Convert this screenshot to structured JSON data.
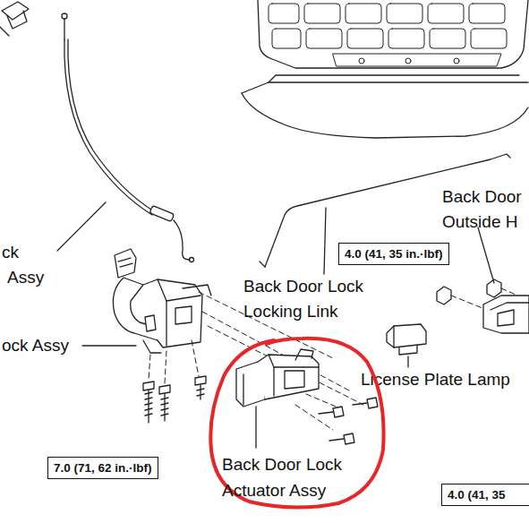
{
  "diagram": {
    "nodes": [
      {
        "text": [
          "4.0 (41, 35 in.·lbf)"
        ]
      },
      {
        "text": [
          "Back Door Lock Actuator Assy"
        ]
      },
      {
        "text": [
          "7.0 (71, 62 in.·lbf)"
        ]
      },
      {
        "text": [
          "4.0 (41, 35"
        ]
      }
    ],
    "edges": [],
    "labels": [
      "ck",
      "Assy",
      "Back Door Outside H",
      "Back Door Lock Locking Link",
      "ock Assy",
      "License Plate Lamp"
    ]
  }
}
